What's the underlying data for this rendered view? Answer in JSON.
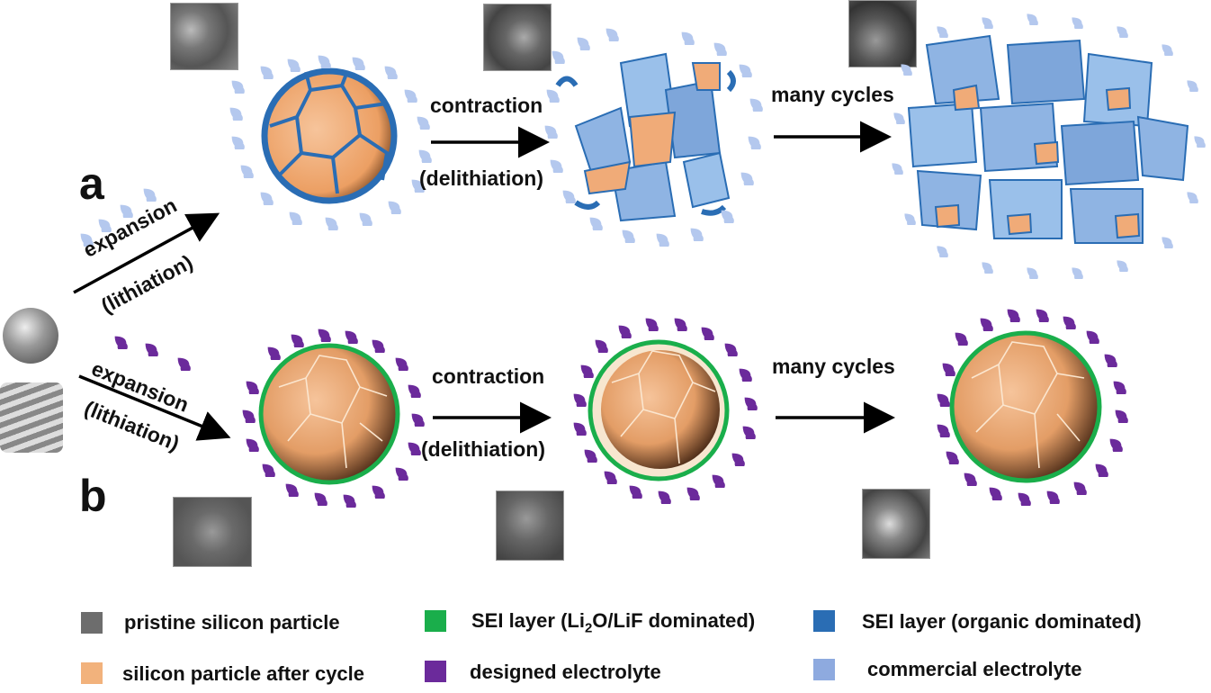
{
  "panels": {
    "a": "a",
    "b": "b"
  },
  "steps": {
    "expansion": "expansion",
    "lithiation": "(lithiation)",
    "contraction": "contraction",
    "delithiation": "(delithiation)",
    "many_cycles": "many cycles"
  },
  "legend": {
    "pristine": {
      "label": "pristine silicon particle",
      "color": "#6d6d6d"
    },
    "after_cycle": {
      "label": "silicon particle after cycle",
      "color": "#f2b27c"
    },
    "sei_inorganic": {
      "label_pre": "SEI layer (Li",
      "label_sub": "2",
      "label_post": "O/LiF dominated)",
      "color": "#1aae4b"
    },
    "designed_electrolyte": {
      "label": "designed electrolyte",
      "color": "#6b2a9b"
    },
    "sei_organic": {
      "label": "SEI layer (organic dominated)",
      "color": "#2a6db4"
    },
    "commercial_electrolyte": {
      "label": "commercial electrolyte",
      "color": "#8eaadf"
    }
  },
  "colors": {
    "silicon": "#f0ab78",
    "sei_green": "#1aae4b",
    "sei_blue": "#2a6db4",
    "drop_light": "#b4c8ee",
    "drop_purple": "#6b2a9b",
    "crack": "#fbe6cf"
  }
}
